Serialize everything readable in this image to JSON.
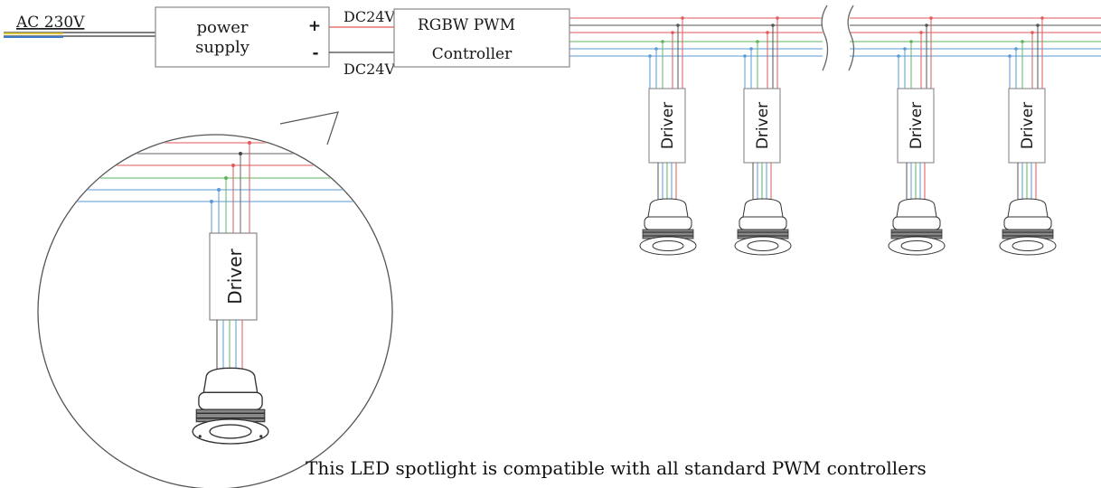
{
  "labels": {
    "mains_input": "AC 230V",
    "power_supply_line1": "power",
    "power_supply_line2": "supply",
    "plus": "+",
    "minus": "-",
    "dc_positive": "DC24V",
    "dc_negative": "DC24V",
    "controller_line1": "RGBW PWM",
    "controller_line2": "Controller",
    "driver": "Driver"
  },
  "caption": "This LED spotlight is compatible with all standard PWM controllers",
  "wire_colors": {
    "red": "#e05a5a",
    "dark": "#555555",
    "green": "#5fb55f",
    "blue": "#5a9bd5",
    "input_yellow": "#d8c23a",
    "input_blue": "#3d7cc9"
  }
}
